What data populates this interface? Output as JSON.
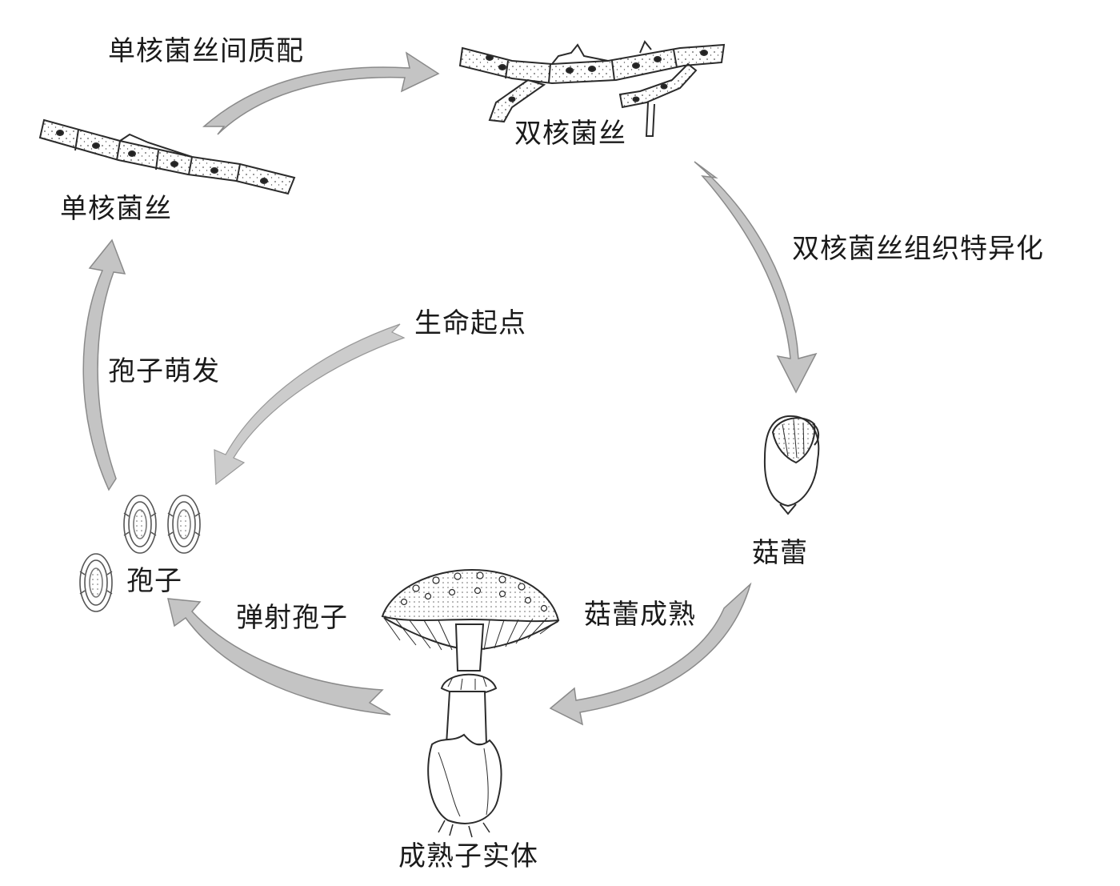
{
  "labels": {
    "mono_plasmogamy": "单核菌丝间质配",
    "dikaryotic_hypha": "双核菌丝",
    "monokaryotic_hypha": "单核菌丝",
    "dikaryotic_specialization": "双核菌丝组织特异化",
    "life_start": "生命起点",
    "spore_germination": "孢子萌发",
    "button": "菇蕾",
    "spores": "孢子",
    "spore_ejection": "弹射孢子",
    "button_maturation": "菇蕾成熟",
    "mature_fruiting_body": "成熟子实体"
  },
  "colors": {
    "arrow_fill": "#c4c4c4",
    "arrow_stroke": "#8a8a8a",
    "line": "#2b2b2b",
    "stipple": "#555555"
  }
}
